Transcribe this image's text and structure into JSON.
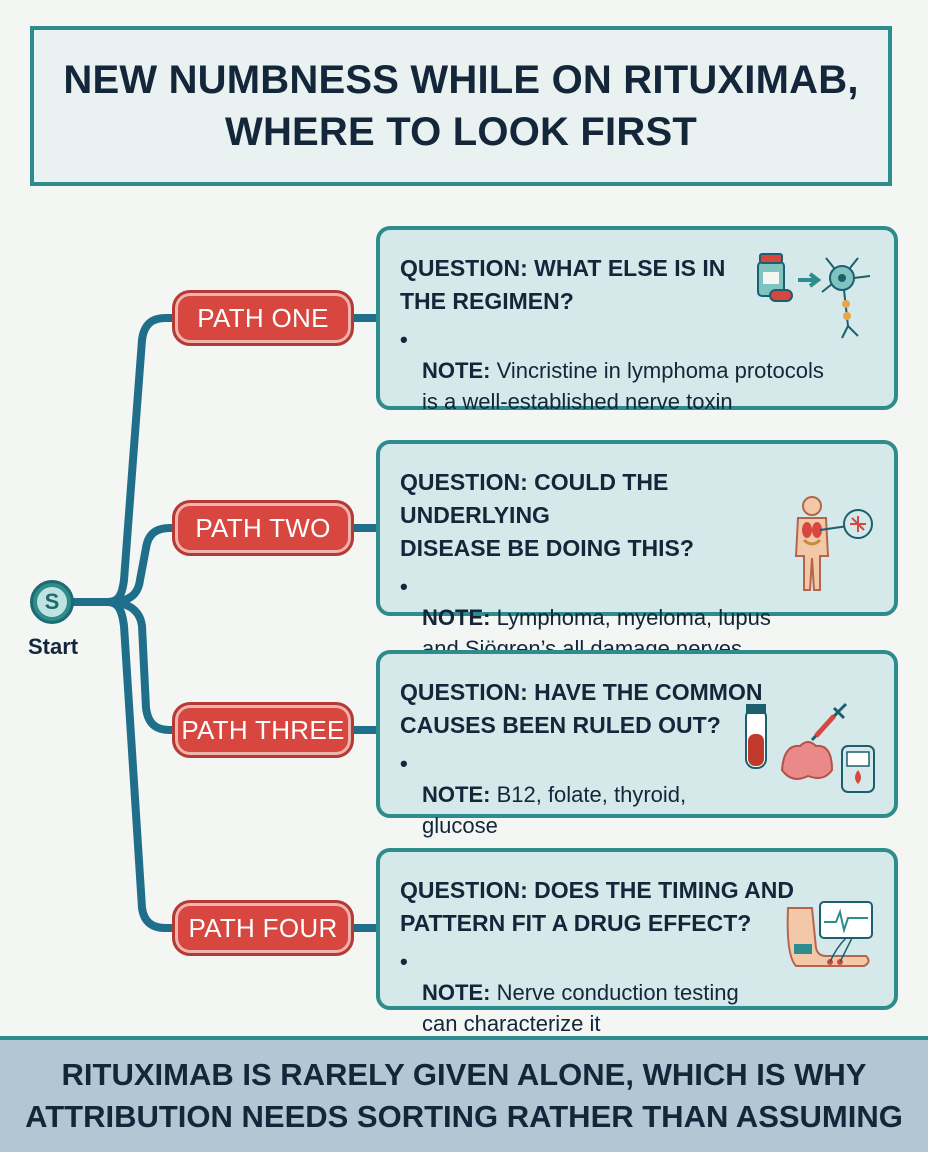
{
  "title": "NEW NUMBNESS WHILE ON RITUXIMAB,\nWHERE TO LOOK FIRST",
  "start": {
    "glyph": "S",
    "label": "Start"
  },
  "paths": [
    {
      "label": "PATH ONE",
      "question": "QUESTION: WHAT ELSE IS IN\nTHE REGIMEN?",
      "note_label": "NOTE:",
      "note_text": "Vincristine in lymphoma protocols\nis a well-established nerve toxin",
      "icon": "pill-to-nerve-icon"
    },
    {
      "label": "PATH TWO",
      "question": "QUESTION: COULD THE UNDERLYING\nDISEASE BE DOING THIS?",
      "note_label": "NOTE:",
      "note_text": "Lymphoma, myeloma, lupus\nand Sjögren’s all damage nerves",
      "icon": "body-organs-icon"
    },
    {
      "label": "PATH THREE",
      "question": "QUESTION: HAVE THE COMMON\nCAUSES BEEN RULED OUT?",
      "note_label": "NOTE:",
      "note_text": "B12, folate, thyroid,\nglucose",
      "icon": "lab-tests-icon"
    },
    {
      "label": "PATH FOUR",
      "question": "QUESTION: DOES THE TIMING AND\nPATTERN FIT A DRUG EFFECT?",
      "note_label": "NOTE:",
      "note_text": "Nerve conduction testing\ncan characterize it",
      "icon": "nerve-conduction-icon"
    }
  ],
  "footer": "RITUXIMAB IS RARELY GIVEN ALONE, WHICH IS WHY\nATTRIBUTION NEEDS SORTING RATHER THAN ASSUMING",
  "colors": {
    "teal": "#2e8d8c",
    "red": "#d8473f",
    "card": "#d5e9ea",
    "navy": "#13263a",
    "footer": "#b3c6d3"
  }
}
